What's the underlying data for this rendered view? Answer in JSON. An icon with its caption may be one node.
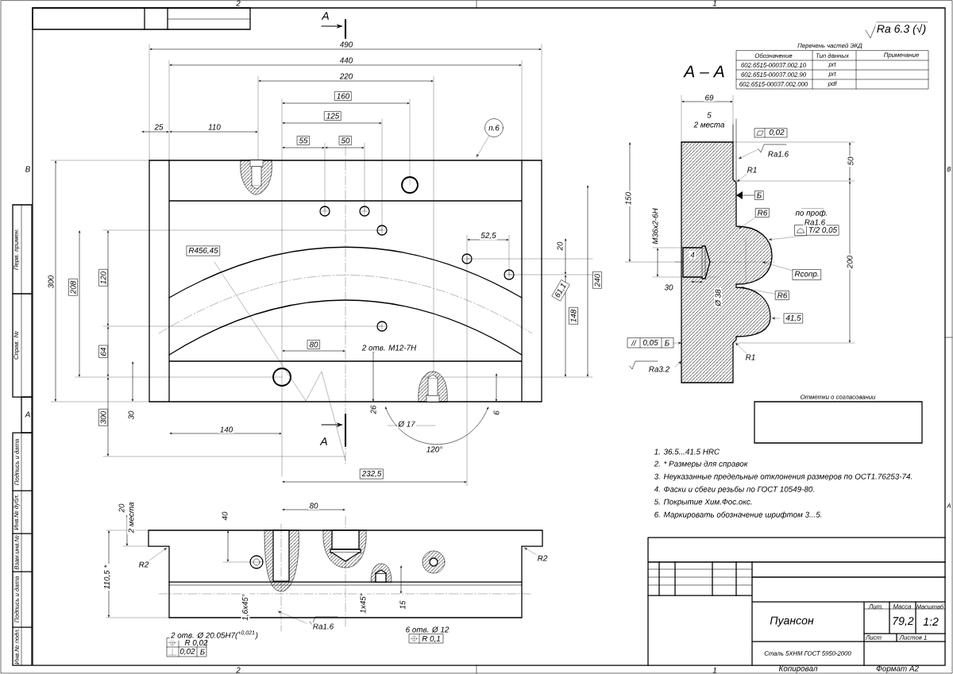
{
  "diagram": {
    "nodes": [
      {
        "text": [
          "п.6"
        ]
      },
      {
        "text": [
          "R6"
        ]
      },
      {
        "text": [
          "T/2 0,05"
        ]
      },
      {
        "text": [
          "R2"
        ]
      },
      {
        "text": [
          "R2"
        ]
      },
      {
        "text": [
          "R1"
        ]
      },
      {
        "text": [
          "Rсопр."
        ]
      },
      {
        "text": [
          "R6"
        ]
      },
      {
        "text": [
          "R1"
        ]
      },
      {
        "text": [
          "Отметки о согласовании"
        ]
      },
      {
        "text": [],
        "shape": "picture"
      },
      {
        "text": [],
        "shape": "picture"
      },
      {
        "text": [],
        "shape": "picture"
      },
      {
        "text": [
          "Перечень частей ЭКД",
          "Обозначение",
          "Тип данных",
          "Примечание",
          "602.6515-00037.002.10",
          "prt",
          "602.6515-00037.002.90",
          "prt",
          "602.6515-00037.002.000",
          "pdf"
        ]
      }
    ],
    "edges": [
      {
        "from": 0,
        "to": 10,
        "arrow": "to"
      },
      {
        "from": 1,
        "to": 11,
        "arrow": "to"
      },
      {
        "from": 2,
        "to": 11,
        "arrow": "to"
      },
      {
        "from": 3,
        "to": 12,
        "arrow": "to"
      },
      {
        "from": 4,
        "to": 12,
        "arrow": "to"
      },
      {
        "from": 5,
        "to": 11,
        "arrow": "to"
      },
      {
        "from": 6,
        "to": 11,
        "arrow": "to"
      },
      {
        "from": 7,
        "to": 11,
        "arrow": "to"
      },
      {
        "from": 8,
        "to": 11,
        "arrow": "to"
      }
    ],
    "labels": [
      "A",
      "490",
      "440",
      "220",
      "160",
      "125",
      "25",
      "110",
      "55",
      "50",
      "R456,45",
      "52,5",
      "20",
      "300",
      "208",
      "120",
      "64",
      "240",
      "61,1",
      "148",
      "80",
      "2 отв. M12-7H",
      "300",
      "30",
      "26",
      "6",
      "Ø 17",
      "140",
      "A",
      "120°",
      "232,5",
      "Ra 6.3 (√)",
      "А – А",
      "69",
      "5",
      "2 места",
      "0,02",
      "Ra1.6",
      "50",
      "150",
      "Б",
      "по проф.",
      "Ra1.6",
      "M36x2-6H",
      "4",
      "30",
      "Ø 38",
      "200",
      "41,5",
      "//",
      "0,05",
      "Б",
      "Ra3.2",
      "1. 36.5...41.5 HRC",
      "2. * Размеры для справок",
      "3. Неуказанные предельные отклонения размеров по ОСТ1.76253-74.",
      "4. Фаски и сбеги резьбы по ГОСТ 10549-80.",
      "5. Покрытие Хим.Фос.окс.",
      "6. Маркировать обозначение шрифтом 3...5.",
      "Пуансон",
      "Лит.",
      "Масса",
      "Масштаб",
      "79,2",
      "1:2",
      "Лист",
      "Листов 1",
      "Сталь 5ХНМ ГОСТ 5950-2000",
      "Копировал",
      "Формат А2",
      "Перв. примен.",
      "Справ. №",
      "Подпись и дата",
      "Инв.№ дубл.",
      "Взам.инв.№",
      "Подпись и дата",
      "Инв.№ подл.",
      "2",
      "1",
      "В",
      "В",
      "А",
      "А",
      "2",
      "1",
      "20",
      "2 места",
      "40",
      "80",
      "110,5 *",
      "1,6x45°",
      "1x45°",
      "15",
      "2 отв. Ø 20.05H7($^{+0,021}$)",
      "Ra1.6",
      "6 отв. Ø 12",
      "R 0,02",
      "0,02",
      "Б",
      "R 0,1"
    ]
  }
}
